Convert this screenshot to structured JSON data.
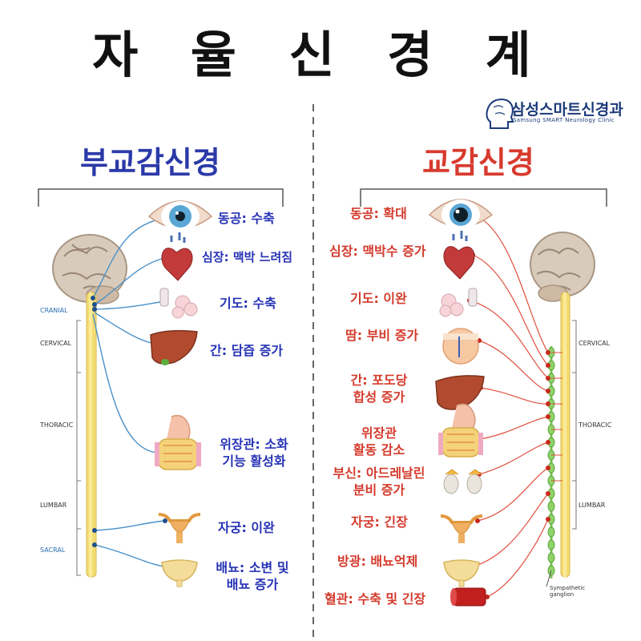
{
  "title": "자 율 신 경 계",
  "logo": {
    "name": "삼성스마트신경과",
    "subtitle": "Samsung SMART Neurology Clinic"
  },
  "parasympathetic": {
    "title": "부교감신경",
    "spine_labels": {
      "cranial": "CRANIAL",
      "cervical": "CERVICAL",
      "thoracic": "THORACIC",
      "lumbar": "LUMBAR",
      "sacral": "SACRAL"
    },
    "effects": [
      {
        "organ": "eye",
        "text": "동공: 수축"
      },
      {
        "organ": "heart",
        "text": "심장: 맥박 느려짐"
      },
      {
        "organ": "airway",
        "text": "기도: 수축"
      },
      {
        "organ": "liver",
        "text": "간: 담즙 증가"
      },
      {
        "organ": "gut",
        "text": "위장관: 소화",
        "text2": "기능 활성화"
      },
      {
        "organ": "uterus",
        "text": "자궁: 이완"
      },
      {
        "organ": "bladder",
        "text": "배뇨: 소변 및",
        "text2": "배뇨 증가"
      }
    ]
  },
  "sympathetic": {
    "title": "교감신경",
    "spine_labels": {
      "cervical": "CERVICAL",
      "thoracic": "THORACIC",
      "lumbar": "LUMBAR",
      "ganglion": "Sympathetic",
      "ganglion2": "ganglion"
    },
    "effects": [
      {
        "organ": "eye",
        "text": "동공: 확대"
      },
      {
        "organ": "heart",
        "text": "심장: 맥박수 증가"
      },
      {
        "organ": "airway",
        "text": "기도: 이완"
      },
      {
        "organ": "sweat",
        "text": "땀: 부비 증가"
      },
      {
        "organ": "liver",
        "text": "간: 포도당",
        "text2": "합성 증가"
      },
      {
        "organ": "gut",
        "text": "위장관",
        "text2": "활동 감소"
      },
      {
        "organ": "adrenal",
        "text": "부신: 아드레날린",
        "text2": "분비 증가"
      },
      {
        "organ": "uterus",
        "text": "자궁: 긴장"
      },
      {
        "organ": "bladder",
        "text": "방광: 배뇨억제"
      },
      {
        "organ": "vessel",
        "text": "혈관: 수축 및 긴장"
      }
    ]
  },
  "colors": {
    "parasympathetic": "#2733b5",
    "sympathetic": "#d43a2c",
    "nerve_blue": "#4a90c8",
    "nerve_red": "#e0503e"
  }
}
